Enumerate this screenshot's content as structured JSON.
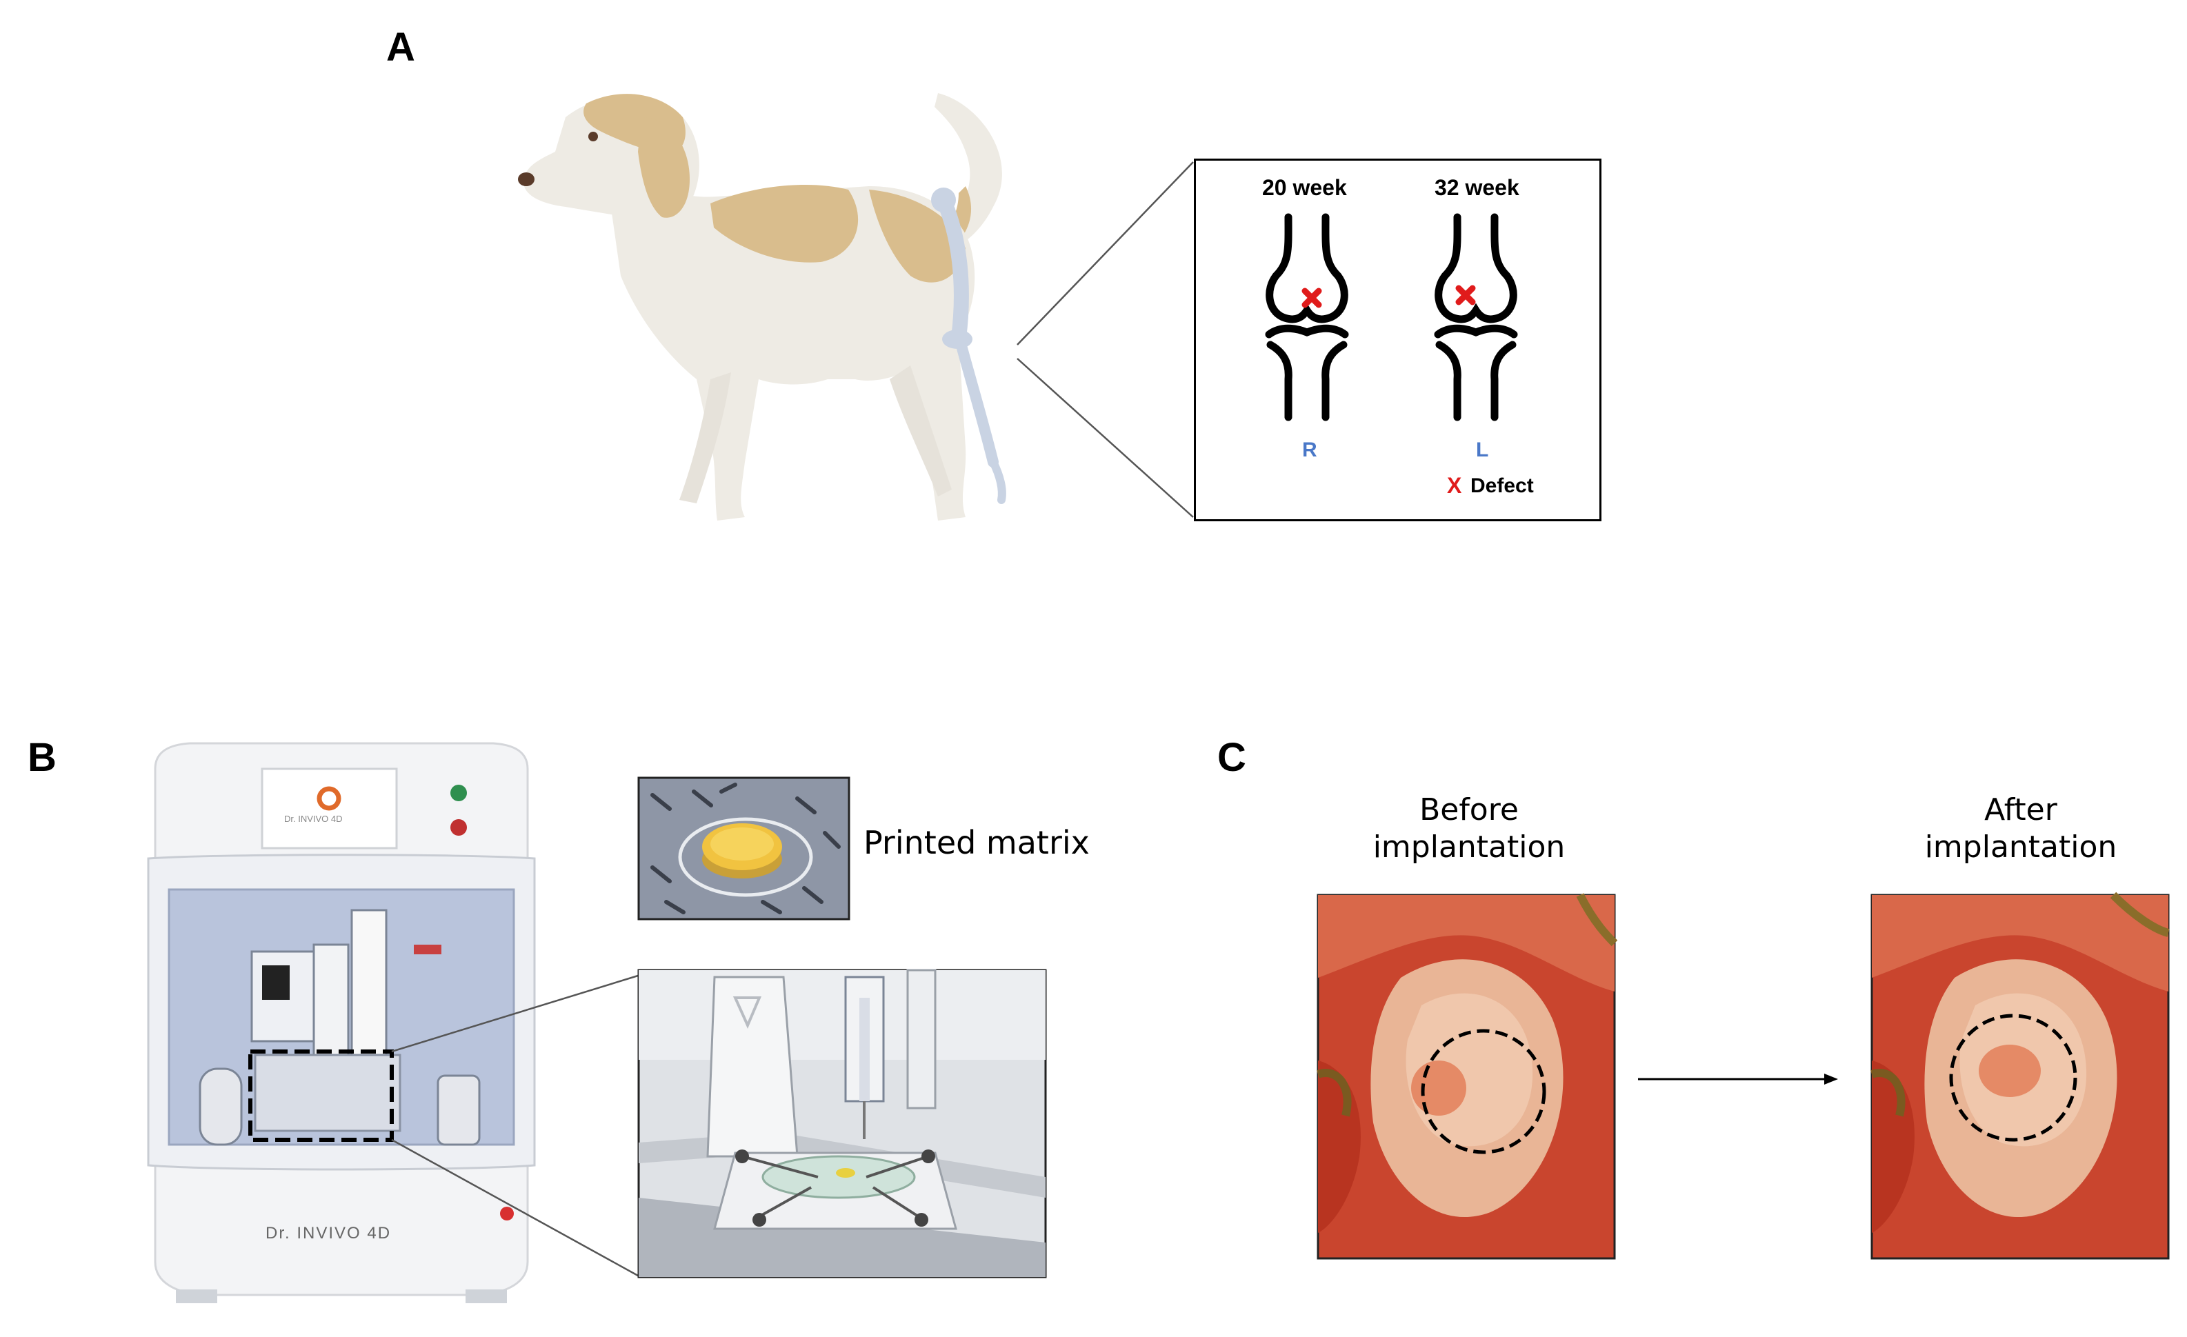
{
  "panel_a": {
    "letter": "A",
    "inset": {
      "week_right": "20 week",
      "week_left": "32 week",
      "side_right": "R",
      "side_left": "L",
      "legend_mark": "X",
      "legend_label": "Defect"
    }
  },
  "panel_b": {
    "letter": "B",
    "printed_matrix_label": "Printed matrix",
    "device_front_label": "Dr. INVIVO 4D",
    "device_screen_label": "Dr. INVIVO 4D"
  },
  "panel_c": {
    "letter": "C",
    "before_label_line1": "Before",
    "before_label_line2": "implantation",
    "after_label_line1": "After",
    "after_label_line2": "implantation"
  },
  "colors": {
    "dog_tan": "#d9bd8d",
    "dog_body": "#eeebe4",
    "bone": "#c9d3e3",
    "defect_red": "#e01b1b",
    "side_blue": "#4a78c8",
    "tissue_red": "#c9452e",
    "device_window": "#b9c4dc"
  }
}
